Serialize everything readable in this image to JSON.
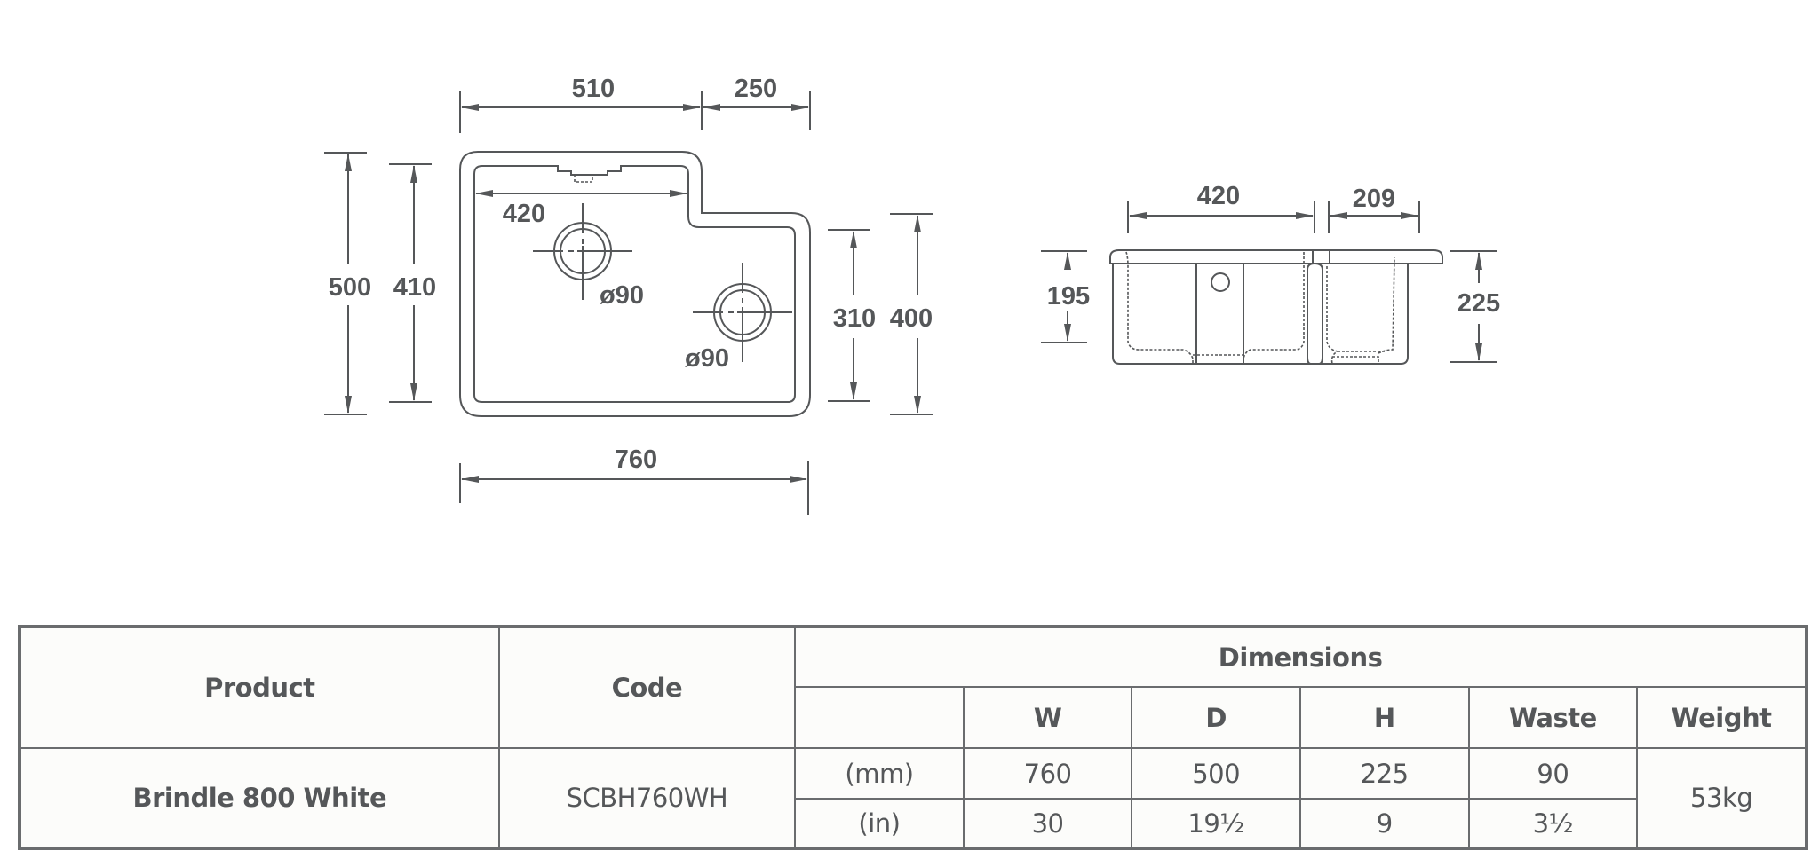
{
  "drawing": {
    "plan_view": {
      "top_dims": [
        "510",
        "250"
      ],
      "left_dims": [
        "500",
        "410"
      ],
      "inner_width": "420",
      "waste_left": "ø90",
      "waste_right": "ø90",
      "right_dims": [
        "310",
        "400"
      ],
      "bottom_dim": "760"
    },
    "side_view": {
      "top_dims": [
        "420",
        "209"
      ],
      "left_dim": "195",
      "right_dim": "225"
    }
  },
  "table": {
    "headers": {
      "product": "Product",
      "code": "Code",
      "dimensions": "Dimensions",
      "columns": [
        "W",
        "D",
        "H",
        "Waste",
        "Weight"
      ]
    },
    "row": {
      "product": "Brindle 800 White",
      "code": "SCBH760WH",
      "mm": {
        "unit": "(mm)",
        "w": "760",
        "d": "500",
        "h": "225",
        "waste": "90"
      },
      "in": {
        "unit": "(in)",
        "w": "30",
        "d": "19½",
        "h": "9",
        "waste": "3½"
      },
      "weight": "53kg"
    }
  }
}
